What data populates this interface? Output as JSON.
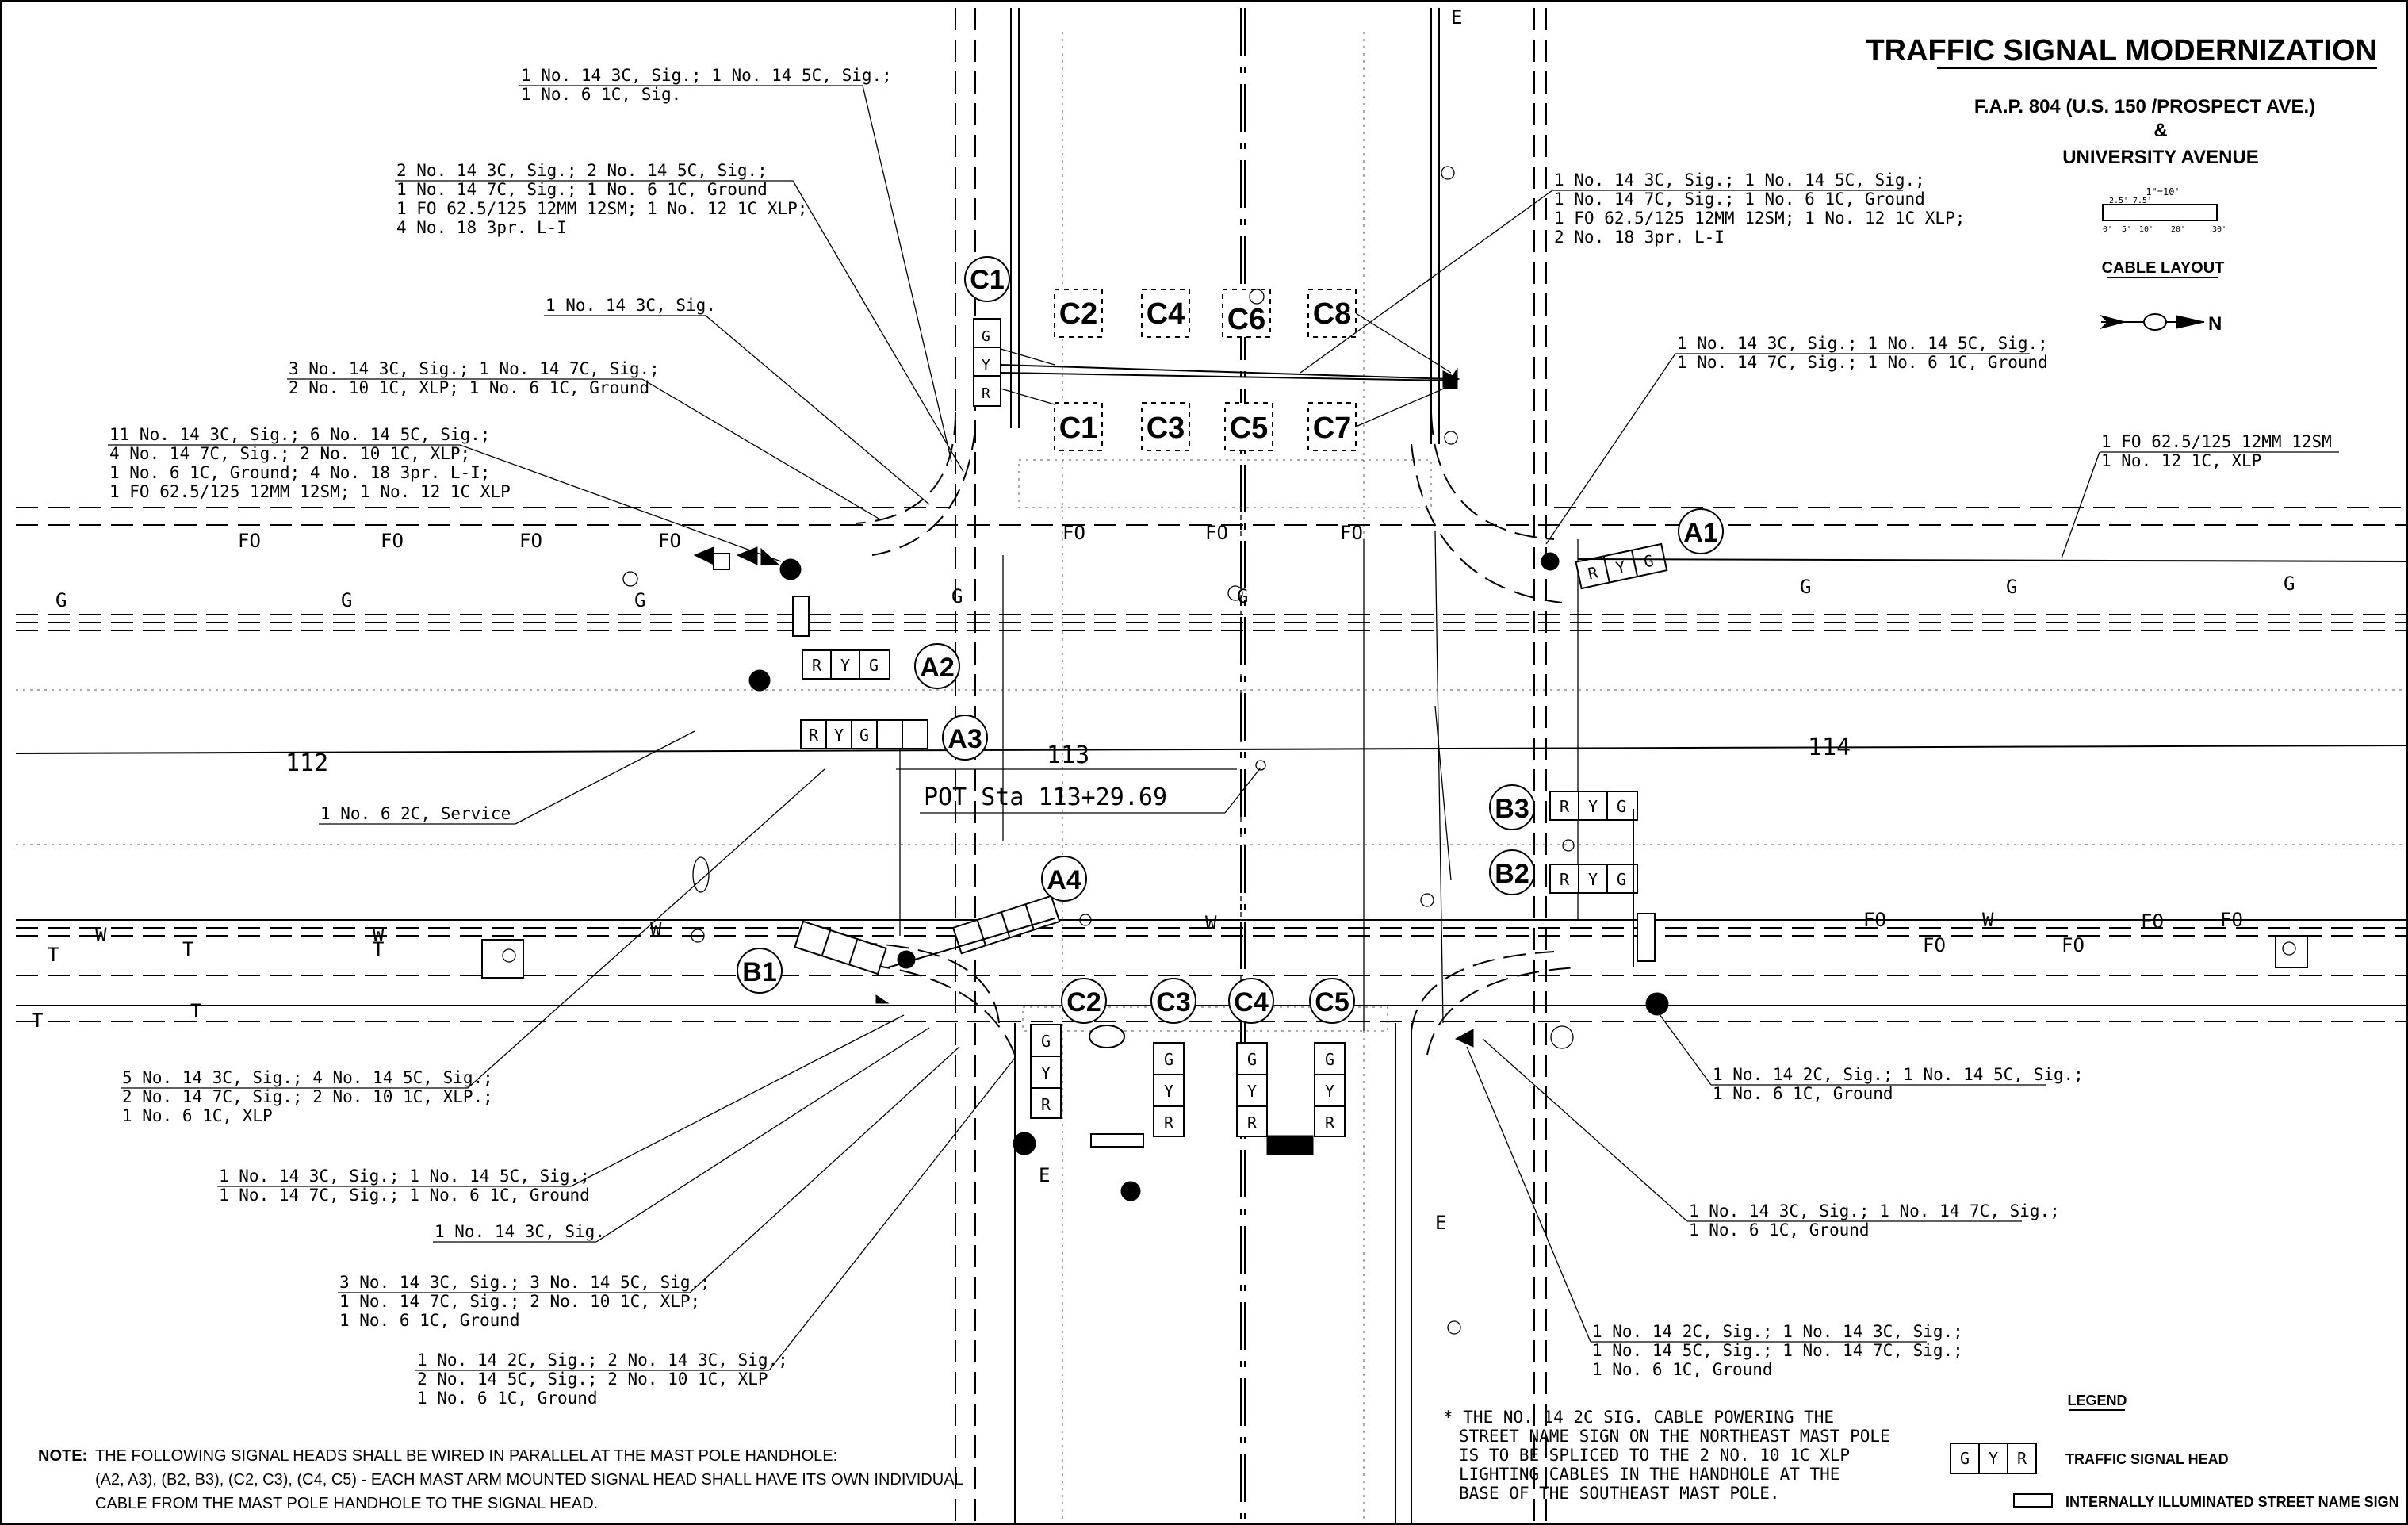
{
  "title": {
    "main": "TRAFFIC SIGNAL MODERNIZATION",
    "line1": "F.A.P. 804 (U.S. 150 /PROSPECT AVE.)",
    "line2": "&",
    "line3": "UNIVERSITY AVENUE",
    "scale_top": "1\"=10'",
    "scale_nums": [
      "0'",
      "5'",
      "10'",
      "20'",
      "30'"
    ],
    "scale_mid": [
      "2.5'",
      "7.5'"
    ],
    "sheet_label": "CABLE LAYOUT",
    "north": "N"
  },
  "heads": {
    "A1": "A1",
    "A2": "A2",
    "A3": "A3",
    "A4": "A4",
    "B1": "B1",
    "B2": "B2",
    "B3": "B3",
    "C1": "C1",
    "C2t": "C2",
    "C4t": "C4",
    "C6t": "C6",
    "C8t": "C8",
    "C1b": "C1",
    "C3b": "C3",
    "C5b": "C5",
    "C7b": "C7",
    "C2s": "C2",
    "C3s": "C3",
    "C4s": "C4",
    "C5s": "C5"
  },
  "head_letters": {
    "r": "R",
    "y": "Y",
    "g": "G"
  },
  "stations": {
    "s112": "112",
    "s113": "113",
    "s114": "114",
    "pot": "POT Sta 113+29.69"
  },
  "line_tags": {
    "fo": "FO",
    "g": "G",
    "t": "T",
    "w": "W",
    "e": "E"
  },
  "callouts": {
    "c1": [
      "1 No. 14 3C, Sig.; 1 No. 14 5C, Sig.;",
      "1 No. 6 1C, Sig."
    ],
    "c2": [
      "2 No. 14 3C, Sig.; 2 No. 14 5C, Sig.;",
      "1 No. 14 7C, Sig.; 1 No. 6 1C, Ground",
      "1 FO 62.5/125 12MM 12SM; 1 No. 12 1C XLP;",
      "4 No. 18 3pr. L-I"
    ],
    "c3": [
      "1 No. 14 3C, Sig."
    ],
    "c4": [
      "3 No. 14 3C, Sig.; 1 No. 14 7C, Sig.;",
      "2 No. 10 1C, XLP; 1 No. 6 1C, Ground"
    ],
    "c5": [
      "11 No. 14 3C, Sig.; 6 No. 14 5C, Sig.;",
      "4 No. 14 7C, Sig.; 2 No. 10 1C, XLP;",
      "1 No. 6 1C, Ground; 4 No. 18 3pr. L-I;",
      "1 FO 62.5/125 12MM 12SM; 1 No. 12 1C XLP"
    ],
    "c6": [
      "1 No. 14 3C, Sig.; 1 No. 14 5C, Sig.;",
      "1 No. 14 7C, Sig.; 1 No. 6 1C, Ground",
      "1 FO 62.5/125 12MM 12SM; 1 No. 12 1C XLP;",
      "2 No. 18 3pr. L-I"
    ],
    "c7": [
      "1 No. 14 3C, Sig.; 1 No. 14 5C, Sig.;",
      "1 No. 14 7C, Sig.; 1 No. 6 1C, Ground"
    ],
    "c8": [
      "1 FO 62.5/125 12MM 12SM",
      "1 No. 12 1C, XLP"
    ],
    "c9": [
      "1 No. 6 2C, Service"
    ],
    "c10": [
      "5 No. 14 3C, Sig.; 4 No. 14 5C, Sig.;",
      "2 No. 14 7C, Sig.; 2 No. 10 1C, XLP.;",
      "1 No. 6 1C, XLP"
    ],
    "c11": [
      "1 No. 14 3C, Sig.; 1 No. 14 5C, Sig.;",
      "1 No. 14 7C, Sig.; 1 No. 6 1C, Ground"
    ],
    "c12": [
      "1 No. 14 3C, Sig."
    ],
    "c13": [
      "3 No. 14 3C, Sig.; 3 No. 14 5C, Sig.;",
      "1 No. 14 7C, Sig.; 2 No. 10 1C, XLP;",
      "1 No. 6 1C, Ground"
    ],
    "c14": [
      "1 No. 14 2C, Sig.; 2 No. 14 3C, Sig.;",
      "2 No. 14 5C, Sig.; 2 No. 10 1C, XLP",
      "1 No. 6 1C, Ground"
    ],
    "c15": [
      "1 No. 14 2C, Sig.; 1 No. 14 5C, Sig.;",
      "1 No. 6 1C, Ground"
    ],
    "c16": [
      "1 No. 14 3C, Sig.; 1 No. 14 7C, Sig.;",
      "1 No. 6 1C, Ground"
    ],
    "c17": [
      "1 No. 14 2C, Sig.; 1 No. 14 3C, Sig.;",
      "1 No. 14 5C, Sig.; 1 No. 14 7C, Sig.;",
      "1 No. 6 1C, Ground"
    ]
  },
  "star_note": [
    "* THE NO. 14 2C SIG. CABLE POWERING THE",
    "STREET NAME SIGN ON THE NORTHEAST MAST POLE",
    "IS TO BE SPLICED TO THE 2 NO. 10 1C XLP",
    "LIGHTING CABLES IN THE HANDHOLE AT THE",
    "BASE OF THE SOUTHEAST MAST POLE."
  ],
  "note": {
    "prefix": "NOTE:",
    "lines": [
      "THE FOLLOWING SIGNAL HEADS SHALL BE WIRED IN PARALLEL AT THE MAST POLE HANDHOLE:",
      "(A2, A3), (B2, B3), (C2, C3), (C4, C5) - EACH MAST ARM MOUNTED SIGNAL HEAD SHALL HAVE ITS OWN INDIVIDUAL",
      "CABLE FROM THE MAST POLE HANDHOLE TO THE SIGNAL HEAD."
    ]
  },
  "legend": {
    "title": "LEGEND",
    "signal_head": "TRAFFIC SIGNAL HEAD",
    "street_sign": "INTERNALLY ILLUMINATED STREET NAME SIGN"
  }
}
